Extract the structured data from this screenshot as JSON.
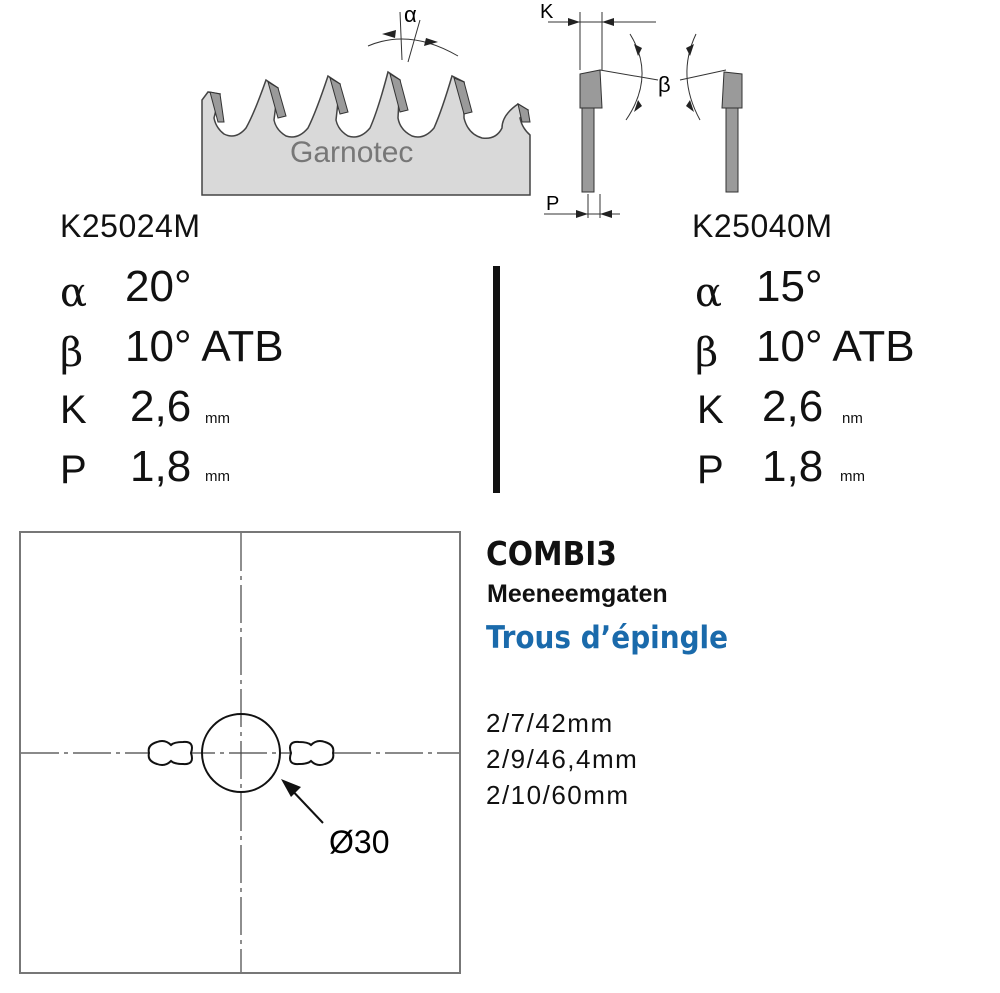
{
  "brand": "Garnotec",
  "angle_labels": {
    "alpha": "α",
    "beta": "β",
    "k": "K",
    "p": "P"
  },
  "left": {
    "code": "K25024M",
    "rows": [
      {
        "symbol": "α",
        "value": "20°",
        "unit": ""
      },
      {
        "symbol": "β",
        "value": "10° ATB",
        "unit": ""
      },
      {
        "symbol": "K",
        "value": "2,6",
        "unit": "mm"
      },
      {
        "symbol": "P",
        "value": "1,8",
        "unit": "mm"
      }
    ]
  },
  "right": {
    "code": "K25040M",
    "rows": [
      {
        "symbol": "α",
        "value": "15°",
        "unit": ""
      },
      {
        "symbol": "β",
        "value": "10° ATB",
        "unit": ""
      },
      {
        "symbol": "K",
        "value": "2,6",
        "unit": "nm"
      },
      {
        "symbol": "P",
        "value": "1,8",
        "unit": "mm"
      }
    ]
  },
  "bore": {
    "diameter_label": "Ø30"
  },
  "combi": {
    "title": "COMBI3",
    "subtitle_nl": "Meeneemgaten",
    "subtitle_fr": "Trous d’épingle",
    "specs": [
      "2/7/42mm",
      "2/9/46,4mm",
      "2/10/60mm"
    ]
  },
  "colors": {
    "accent_blue": "#1a6aab",
    "blade_grey": "#d9d9d9",
    "tooth_grey": "#9a9a9a"
  }
}
